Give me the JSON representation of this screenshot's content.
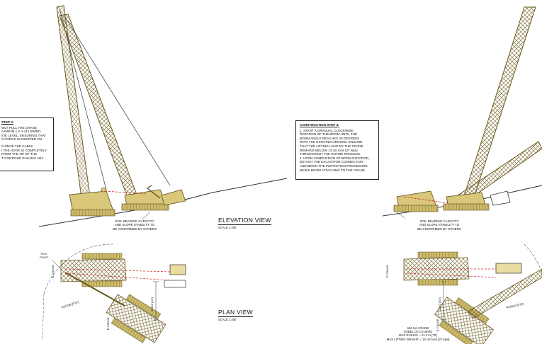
{
  "left_step": {
    "heading": "STEP 3:",
    "lines": [
      "WLY PULL THE CRANE",
      "AXIMUM 1.2 m (4') SWING",
      "IOK LEVEL. ENSURING THAT",
      "S FORCE IS EXERTED ON"
    ],
    "lines2": [
      "S ONCE THE CABLE",
      "I THE HOOK IS COMPLETELY",
      "FROM THE TIP OF THE",
      "T CONTINUE PULLING ANY"
    ]
  },
  "right_step": {
    "heading": "CONSTRUCTION STEP 4:",
    "items": [
      [
        "1.  START A GRADUAL CLOCKWISE",
        "     ROTATION OF THE BOOM UNTIL THE",
        "     BOOM ANGLE REACHES 30 DEGREES",
        "     WITH THE EXISTING GROUND. ENSURE",
        "     THAT THE LIFTING LOAD BY THE CRANE",
        "     REMAINS BELOW 13 US tons (27 kips)",
        "     THROUGHOUT THE ENTIRE PROCESS."
      ],
      [
        "2.  UPON COMPLETION OF BOOM ROTATION,",
        "     DETACH THE EXCAVATOR CONNECTION",
        "     AND BEGIN THE INSPECTION PROCEDURE",
        "     WHILE BOOM ATTACHING TO THE CRANE."
      ]
    ]
  },
  "soil_note_left": [
    "SOIL BEARING CAPACITY",
    "AND SLOPE STABILITY TO",
    "BE CONFIRMED BY OTHERS"
  ],
  "soil_note_right": [
    "SOIL BEARING CAPACITY",
    "AND SLOPE STABILITY TO",
    "BE CONFIRMED BY OTHERS"
  ],
  "elevation_view": {
    "title": "ELEVATION VIEW",
    "scale": "SCALE 1:400"
  },
  "plan_view": {
    "title": "PLAN VIEW",
    "scale": "SCALE 1:400"
  },
  "plan_labels": {
    "pick_point": [
      "PICK",
      "POINT"
    ],
    "crane_cl": "℄ CRANE",
    "radius": "R21336 [R70']",
    "dim_left": "12192 [40']",
    "dim_right": "12192 [40']",
    "radius_right": "R20842 [R70']"
  },
  "crane_spec": [
    "160 ton CRANE",
    "KOBELCO CK1600G",
    "MAX RADIUS = 21.3 m [70']",
    "MAX LIFTING WEIGHT = 13 US tons [27 kips]"
  ],
  "colors": {
    "crane": "#d9c77a",
    "crane_dark": "#6b5a1e",
    "line": "#222222",
    "red": "#cc2222"
  }
}
